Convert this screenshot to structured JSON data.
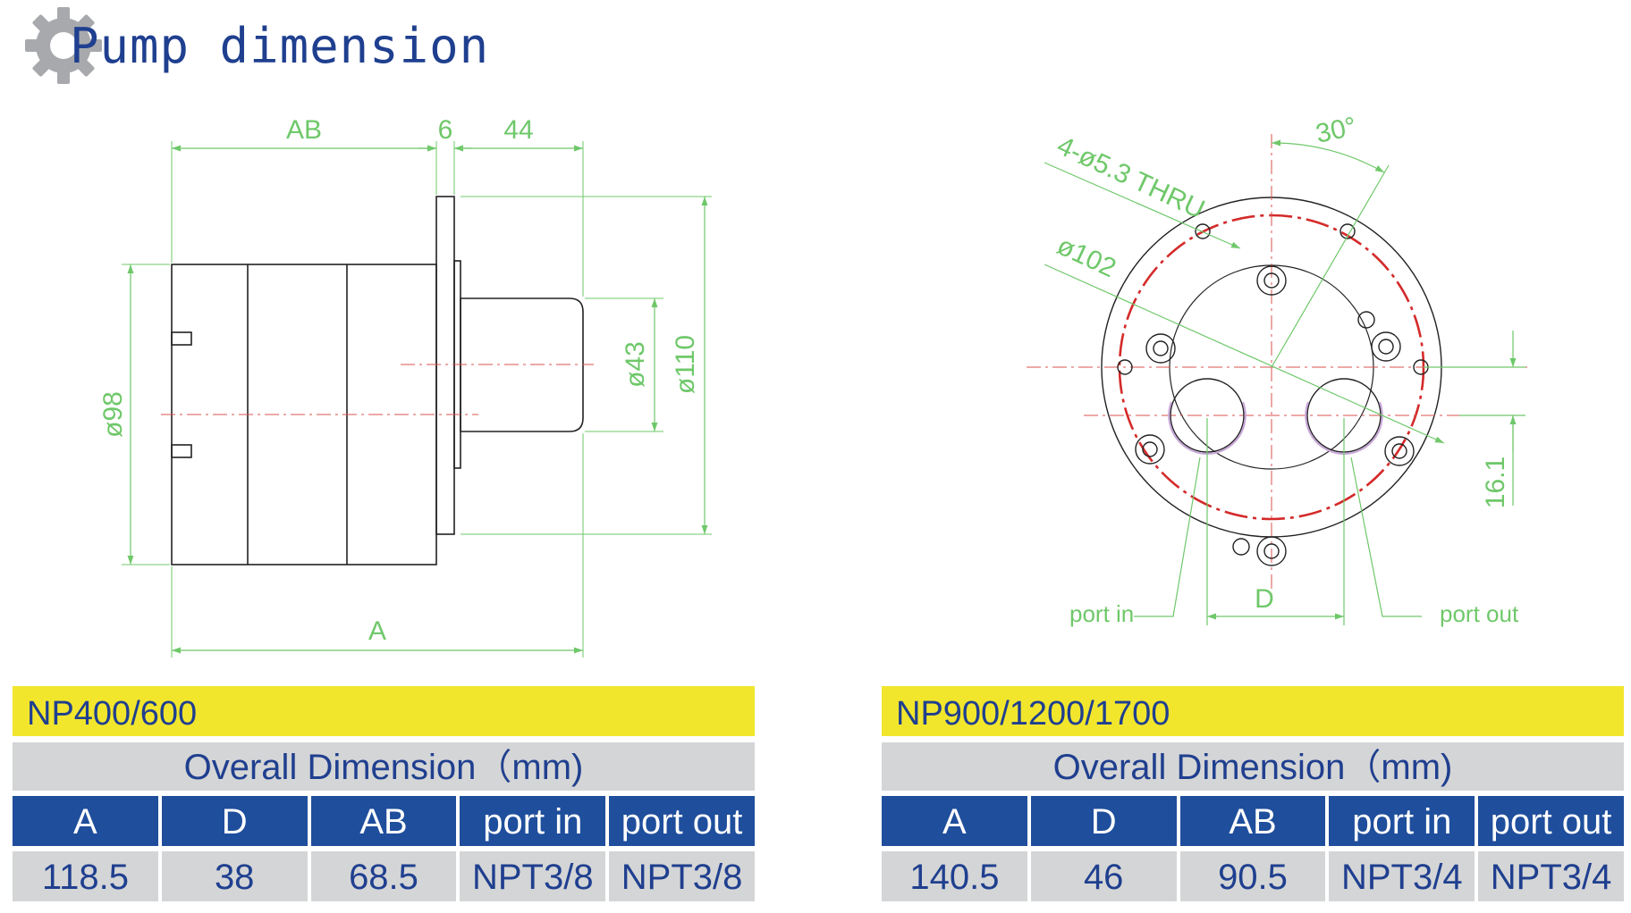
{
  "header": {
    "title": "Pump dimension",
    "icon": "gear-icon"
  },
  "colors": {
    "title": "#1f3f8f",
    "dimension": "#6fc86a",
    "outline": "#222222",
    "centerline": "#d9534f",
    "bolt_circle": "#d42a2a",
    "ports": "#c8a8d8",
    "model_bar": "#f2e62d",
    "table_header": "#1f4e9c",
    "table_cell": "#d4d5d6"
  },
  "side_view": {
    "dim_AB": "AB",
    "dim_flange": "6",
    "dim_shaft": "44",
    "dim_d98": "ø98",
    "dim_d43": "ø43",
    "dim_d110": "ø110",
    "dim_A": "A"
  },
  "front_view": {
    "holes_note": "4-ø5.3 THRU",
    "dim_d102": "ø102",
    "angle": "30°",
    "dim_offset": "16.1",
    "dim_D": "D",
    "port_in": "port in",
    "port_out": "port out"
  },
  "tables": [
    {
      "model": "NP400/600",
      "subtitle": "Overall Dimension（mm)",
      "headers": [
        "A",
        "D",
        "AB",
        "port in",
        "port out"
      ],
      "values": [
        "118.5",
        "38",
        "68.5",
        "NPT3/8",
        "NPT3/8"
      ]
    },
    {
      "model": "NP900/1200/1700",
      "subtitle": "Overall Dimension（mm)",
      "headers": [
        "A",
        "D",
        "AB",
        "port in",
        "port out"
      ],
      "values": [
        "140.5",
        "46",
        "90.5",
        "NPT3/4",
        "NPT3/4"
      ]
    }
  ]
}
